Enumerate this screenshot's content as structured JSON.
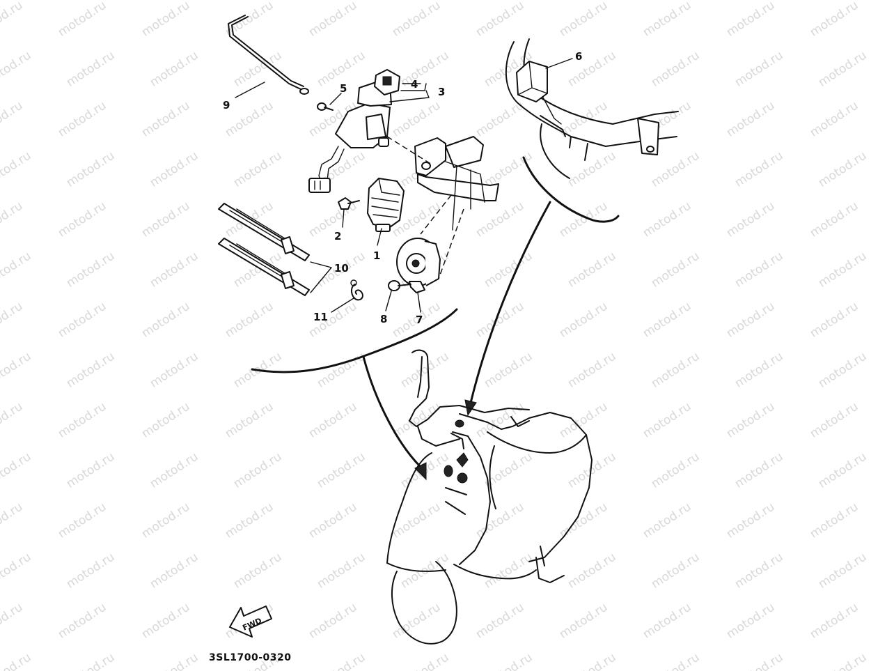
{
  "diagram": {
    "drawing_code": "3SL1700-0320",
    "fwd_label": "FWD",
    "watermark": "motod.ru",
    "callouts": [
      {
        "id": "c1",
        "text": "1"
      },
      {
        "id": "c2",
        "text": "2"
      },
      {
        "id": "c3",
        "text": "3"
      },
      {
        "id": "c4",
        "text": "4"
      },
      {
        "id": "c5",
        "text": "5"
      },
      {
        "id": "c6",
        "text": "6"
      },
      {
        "id": "c7",
        "text": "7"
      },
      {
        "id": "c8",
        "text": "8"
      },
      {
        "id": "c9",
        "text": "9"
      },
      {
        "id": "c10",
        "text": "10"
      },
      {
        "id": "c11",
        "text": "11"
      }
    ]
  }
}
